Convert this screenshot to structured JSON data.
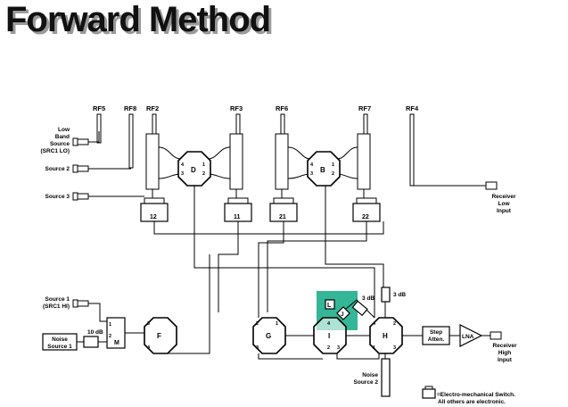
{
  "title": "Forward Method",
  "ports": {
    "rf5": "RF5",
    "rf8": "RF8",
    "rf2": "RF2",
    "rf3": "RF3",
    "rf6": "RF6",
    "rf7": "RF7",
    "rf4": "RF4"
  },
  "sources": {
    "low_band_1": "Low",
    "low_band_2": "Band",
    "low_band_3": "Source",
    "low_band_4": "(SRC1 LO)",
    "source2": "Source 2",
    "source3": "Source 3",
    "source1_1": "Source 1",
    "source1_2": "(SRC1 HI)",
    "noise1_1": "Noise",
    "noise1_2": "Source 1",
    "noise2_1": "Noise",
    "noise2_2": "Source 2"
  },
  "receivers": {
    "low_1": "Receiver",
    "low_2": "Low",
    "low_3": "Input",
    "high_1": "Receiver",
    "high_2": "High",
    "high_3": "Input"
  },
  "switches": {
    "d": "D",
    "b": "B",
    "f": "F",
    "g": "G",
    "i": "I",
    "h": "H",
    "m": "M",
    "l": "L",
    "j": "J"
  },
  "relays": {
    "r12": "12",
    "r11": "11",
    "r21": "21",
    "r22": "22"
  },
  "components": {
    "att10": "10 dB",
    "att3a": "3 dB",
    "att3b": "3 dB",
    "step1": "Step",
    "step2": "Atten.",
    "lna": "LNA"
  },
  "pins": {
    "one": "1",
    "two": "2",
    "three": "3",
    "four": "4"
  },
  "legend": {
    "line1": "=Electro-mechanical Switch.",
    "line2": "All others are electronic."
  },
  "colors": {
    "highlight": "#1fae8c",
    "line": "#000000"
  }
}
